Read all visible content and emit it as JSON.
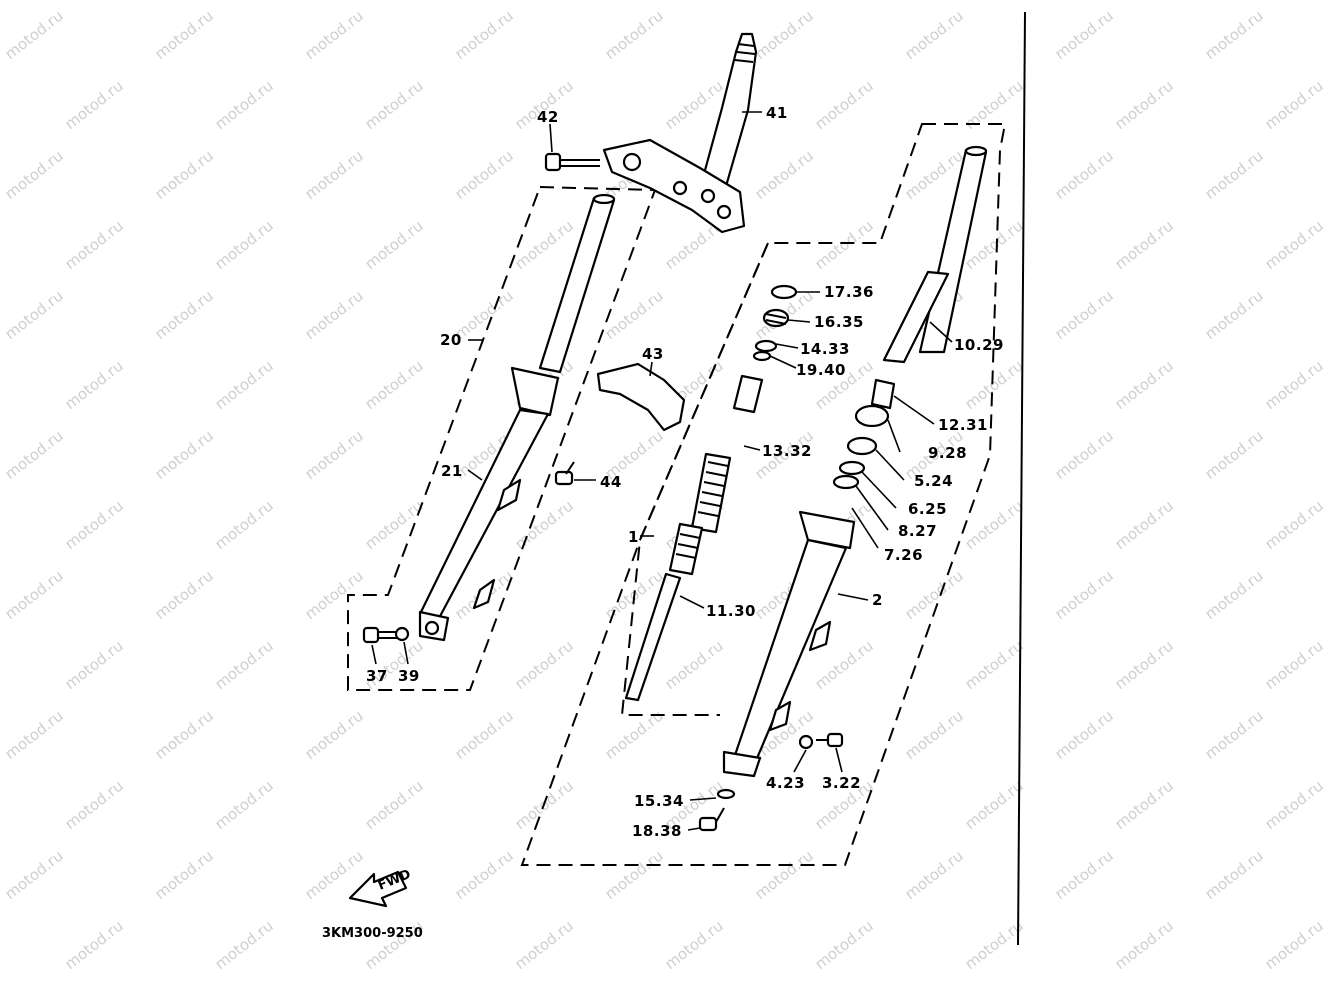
{
  "watermark": "motod.ru",
  "drawing_code": "3KM300-9250",
  "arrow_label": "FWD",
  "callouts": [
    {
      "id": "c41",
      "text": "41"
    },
    {
      "id": "c42",
      "text": "42"
    },
    {
      "id": "c20",
      "text": "20"
    },
    {
      "id": "c21",
      "text": "21"
    },
    {
      "id": "c43",
      "text": "43"
    },
    {
      "id": "c44",
      "text": "44"
    },
    {
      "id": "c37",
      "text": "37"
    },
    {
      "id": "c39",
      "text": "39"
    },
    {
      "id": "c1",
      "text": "1"
    },
    {
      "id": "c2",
      "text": "2"
    },
    {
      "id": "c1736",
      "text": "17.36"
    },
    {
      "id": "c1635",
      "text": "16.35"
    },
    {
      "id": "c1433",
      "text": "14.33"
    },
    {
      "id": "c1940",
      "text": "19.40"
    },
    {
      "id": "c1029",
      "text": "10.29"
    },
    {
      "id": "c1231",
      "text": "12.31"
    },
    {
      "id": "c928",
      "text": "9.28"
    },
    {
      "id": "c524",
      "text": "5.24"
    },
    {
      "id": "c625",
      "text": "6.25"
    },
    {
      "id": "c827",
      "text": "8.27"
    },
    {
      "id": "c726",
      "text": "7.26"
    },
    {
      "id": "c1332",
      "text": "13.32"
    },
    {
      "id": "c1130",
      "text": "11.30"
    },
    {
      "id": "c423",
      "text": "4.23"
    },
    {
      "id": "c322",
      "text": "3.22"
    },
    {
      "id": "c1534",
      "text": "15.34"
    },
    {
      "id": "c1838",
      "text": "18.38"
    }
  ]
}
